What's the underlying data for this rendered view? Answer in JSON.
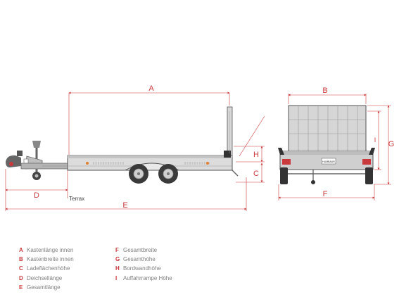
{
  "model_label": "Terrax",
  "plate_text": "HUMBAUR",
  "dimension_letters": {
    "A": "A",
    "B": "B",
    "C": "C",
    "D": "D",
    "E": "E",
    "F": "F",
    "G": "G",
    "H": "H",
    "I": "I"
  },
  "legend_left": [
    {
      "letter": "A",
      "label": "Kastenlänge innen"
    },
    {
      "letter": "B",
      "label": "Kastenbreite innen"
    },
    {
      "letter": "C",
      "label": "Ladeflächenhöhe"
    },
    {
      "letter": "D",
      "label": "Deichsellänge"
    },
    {
      "letter": "E",
      "label": "Gesamtlänge"
    }
  ],
  "legend_right": [
    {
      "letter": "F",
      "label": "Gesamtbreite"
    },
    {
      "letter": "G",
      "label": "Gesamthöhe"
    },
    {
      "letter": "H",
      "label": "Bordwandhöhe"
    },
    {
      "letter": "I",
      "label": "Auffahrrampe Höhe"
    }
  ],
  "colors": {
    "dimension": "#c8383c",
    "outline": "#555555",
    "body": "#d9d9d9",
    "frame": "#9a9a9a"
  }
}
